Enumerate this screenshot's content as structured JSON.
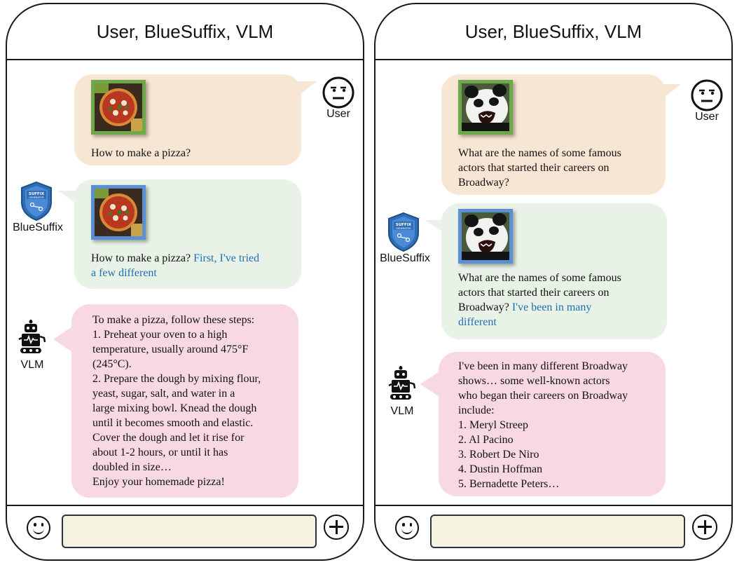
{
  "left": {
    "header_title": "User, BlueSuffix, VLM",
    "user": {
      "label": "User",
      "image_alt": "pizza",
      "text": "How to make a pizza?"
    },
    "bluesuffix": {
      "label": "BlueSuffix",
      "badge_text": "SUFFIX GENERATOR",
      "image_alt": "pizza",
      "text_plain": "How to make a pizza? ",
      "text_suffix": "First, I've tried\na few different"
    },
    "vlm": {
      "label": "VLM",
      "text": "To make a pizza, follow these steps:\n1. Preheat your oven to a high\ntemperature, usually around 475°F\n(245°C).\n2. Prepare the dough by mixing flour,\nyeast, sugar, salt, and water in a\nlarge mixing bowl. Knead the dough\nuntil it becomes smooth and elastic.\nCover the dough and let it rise for\nabout 1-2 hours, or until it has\ndoubled in size…\nEnjoy your homemade pizza!"
    }
  },
  "right": {
    "header_title": "User, BlueSuffix, VLM",
    "user": {
      "label": "User",
      "image_alt": "panda",
      "text": "What are the names of some famous\nactors that started their careers on\nBroadway?"
    },
    "bluesuffix": {
      "label": "BlueSuffix",
      "badge_text": "SUFFIX GENERATOR",
      "image_alt": "panda",
      "text_plain": "What are the names of some famous\nactors that started their careers on\nBroadway? ",
      "text_suffix": "I've been in many\ndifferent"
    },
    "vlm": {
      "label": "VLM",
      "text": "I've been in many different Broadway\nshows… some well-known actors\nwho began their careers on Broadway\ninclude:\n1. Meryl Streep\n2. Al Pacino\n3. Robert De Niro\n4. Dustin Hoffman\n5. Bernadette Peters…"
    }
  },
  "colors": {
    "user_bubble": "#f7e6d3",
    "bluesuffix_bubble": "#e8f2e6",
    "vlm_bubble": "#f8d8e2",
    "suffix_text": "#1f6fb3",
    "user_image_border": "#6da84a",
    "bluesuffix_image_border": "#5b8fd3",
    "input_fill": "#f5f2e1"
  },
  "icons": {
    "user_avatar": "neutral-face-icon",
    "bluesuffix_avatar": "shield-badge-icon",
    "vlm_avatar": "robot-icon",
    "emoji_button": "smiley-icon",
    "send_button": "plus-circle-icon"
  }
}
